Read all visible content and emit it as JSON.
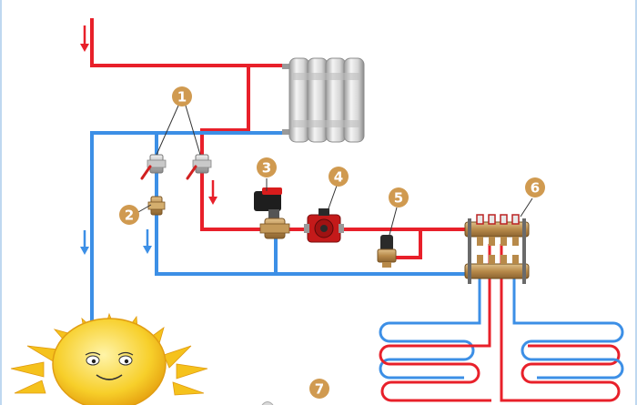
{
  "colors": {
    "hot_pipe": "#e8202a",
    "cold_pipe": "#3c8fe6",
    "badge": "#d09a50",
    "badge_text": "#ffffff",
    "frame": "#7fb0e0"
  },
  "callouts": [
    {
      "number": "1"
    },
    {
      "number": "2"
    },
    {
      "number": "3"
    },
    {
      "number": "4"
    },
    {
      "number": "5"
    },
    {
      "number": "6"
    },
    {
      "number": "7"
    }
  ],
  "icons": {
    "radiator": "radiator-icon",
    "sun": "sun-boiler-icon",
    "pump": "circulation-pump-icon",
    "mixing_valve": "mixing-valve-icon",
    "manifold": "manifold-icon",
    "ball_valve": "ball-valve-icon",
    "bypass_valve": "bypass-valve-icon",
    "thermostatic_head": "thermostatic-head-icon",
    "floor_loop": "underfloor-loop-icon"
  }
}
